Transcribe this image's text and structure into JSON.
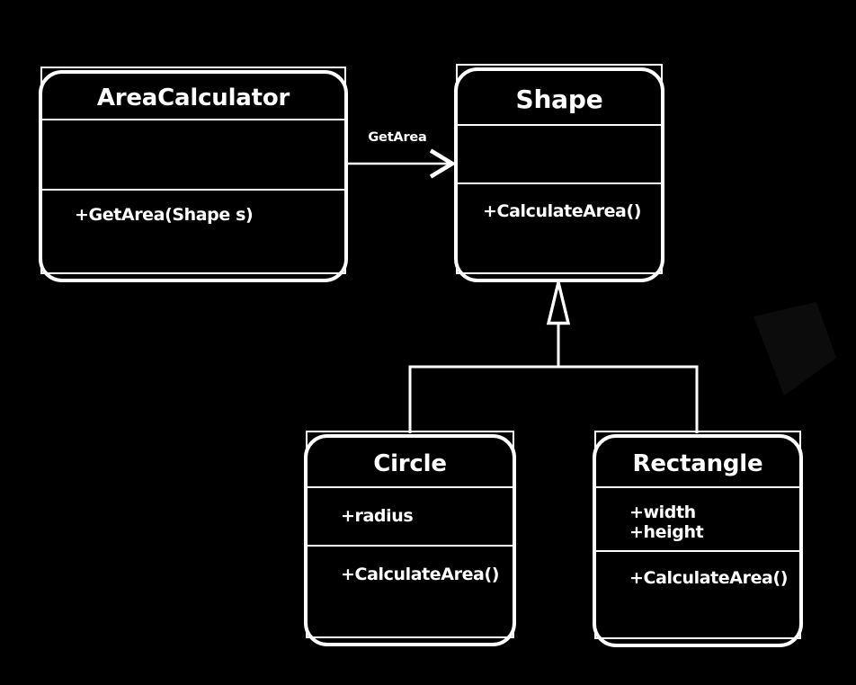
{
  "colors": {
    "background": "#000000",
    "stroke": "#ffffff",
    "text": "#ffffff"
  },
  "classes": {
    "area_calculator": {
      "title": "AreaCalculator",
      "attributes": [],
      "methods": [
        "+GetArea(Shape s)"
      ]
    },
    "shape": {
      "title": "Shape",
      "attributes": [],
      "methods": [
        "+CalculateArea()"
      ]
    },
    "circle": {
      "title": "Circle",
      "attributes": [
        "+radius"
      ],
      "methods": [
        "+CalculateArea()"
      ]
    },
    "rectangle": {
      "title": "Rectangle",
      "attributes": [
        "+width",
        "+height"
      ],
      "methods": [
        "+CalculateArea()"
      ]
    }
  },
  "relations": {
    "association": {
      "type": "directed-association",
      "from": "AreaCalculator",
      "to": "Shape",
      "label": "GetArea"
    },
    "generalizations": [
      {
        "from": "Circle",
        "to": "Shape"
      },
      {
        "from": "Rectangle",
        "to": "Shape"
      }
    ]
  }
}
